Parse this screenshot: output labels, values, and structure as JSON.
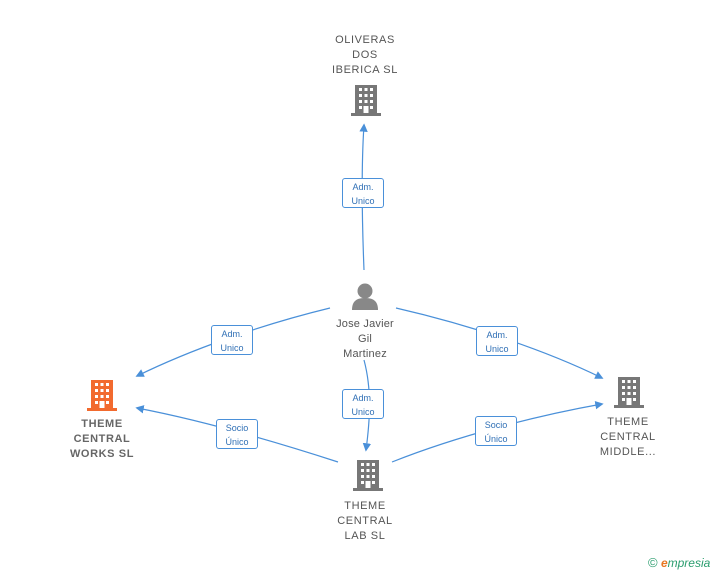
{
  "nodes": [
    {
      "id": "oliveras",
      "kind": "company",
      "label_lines": [
        "OLIVERAS",
        "DOS",
        "IBERICA SL"
      ]
    },
    {
      "id": "jose",
      "kind": "person",
      "label_lines": [
        "Jose Javier",
        "Gil",
        "Martinez"
      ]
    },
    {
      "id": "works",
      "kind": "company-main",
      "label_lines": [
        "THEME",
        "CENTRAL",
        "WORKS SL"
      ]
    },
    {
      "id": "middle",
      "kind": "company",
      "label_lines": [
        "THEME",
        "CENTRAL",
        "MIDDLE..."
      ]
    },
    {
      "id": "lab",
      "kind": "company",
      "label_lines": [
        "THEME",
        "CENTRAL",
        "LAB SL"
      ]
    }
  ],
  "edges": [
    {
      "from": "jose",
      "to": "oliveras",
      "label_lines": [
        "Adm.",
        "Unico"
      ]
    },
    {
      "from": "jose",
      "to": "works",
      "label_lines": [
        "Adm.",
        "Unico"
      ]
    },
    {
      "from": "jose",
      "to": "middle",
      "label_lines": [
        "Adm.",
        "Unico"
      ]
    },
    {
      "from": "jose",
      "to": "lab",
      "label_lines": [
        "Adm.",
        "Unico"
      ]
    },
    {
      "from": "lab",
      "to": "works",
      "label_lines": [
        "Socio",
        "Único"
      ]
    },
    {
      "from": "lab",
      "to": "middle",
      "label_lines": [
        "Socio",
        "Único"
      ]
    }
  ],
  "colors": {
    "edge": "#4a90d9",
    "building": "#777777",
    "building_main": "#f26a2e",
    "person": "#888888"
  },
  "brand": {
    "copyright": "©",
    "initial": "e",
    "rest": "mpresia"
  }
}
